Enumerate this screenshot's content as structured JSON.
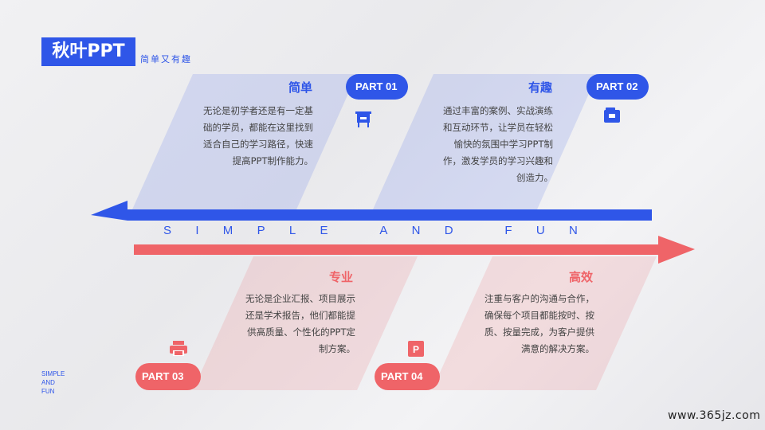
{
  "header": {
    "logo": "秋叶PPT",
    "subtitle": "简单又有趣"
  },
  "tagline": "SIMPLE AND FUN",
  "side_tag": [
    "SIMPLE",
    "AND",
    "FUN"
  ],
  "colors": {
    "blue": "#2f56e8",
    "red": "#ef6468"
  },
  "cards": [
    {
      "part": "PART 01",
      "title": "简单",
      "icon": "presentation-board-icon",
      "lines": [
        "无论是初学者还是有一定基",
        "础的学员，都能在这里找到",
        "适合自己的学习路径，快速",
        "提高PPT制作能力。"
      ]
    },
    {
      "part": "PART 02",
      "title": "有趣",
      "icon": "wallet-icon",
      "lines": [
        "通过丰富的案例、实战演练",
        "和互动环节，让学员在轻松",
        "愉快的氛围中学习PPT制",
        "作，激发学员的学习兴趣和",
        "创造力。"
      ]
    },
    {
      "part": "PART 03",
      "title": "专业",
      "icon": "printer-icon",
      "lines": [
        "无论是企业汇报、项目展示",
        "还是学术报告，他们都能提",
        "供高质量、个性化的PPT定",
        "制方案。"
      ]
    },
    {
      "part": "PART 04",
      "title": "高效",
      "icon": "powerpoint-icon",
      "lines": [
        "注重与客户的沟通与合作，",
        "确保每个项目都能按时、按",
        "质、按量完成，为客户提供",
        "满意的解决方案。"
      ]
    }
  ],
  "watermark": "www.365jz.com"
}
